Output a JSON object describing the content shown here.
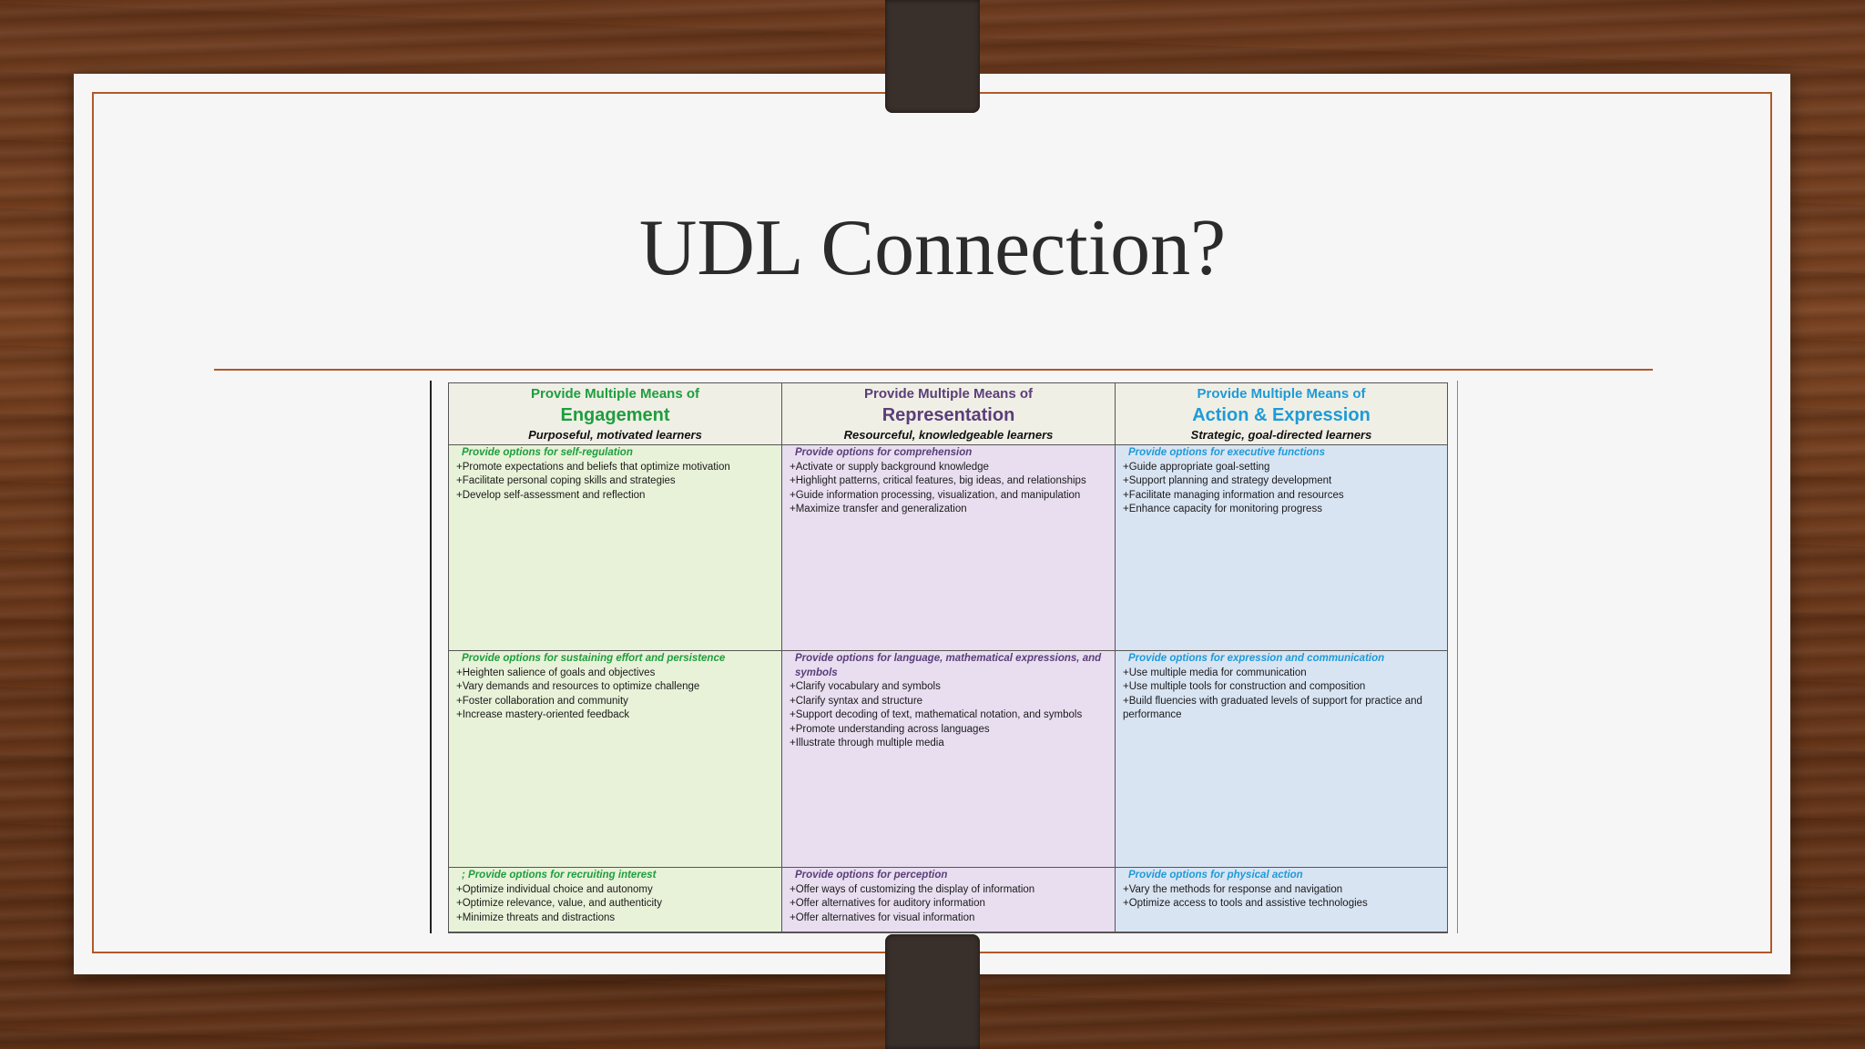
{
  "slide": {
    "title": "UDL Connection?"
  },
  "udl_table": {
    "columns": [
      {
        "pre": "Provide Multiple Means of",
        "main": "Engagement",
        "sub": "Purposeful, motivated learners"
      },
      {
        "pre": "Provide Multiple Means of",
        "main": "Representation",
        "sub": "Resourceful, knowledgeable learners"
      },
      {
        "pre": "Provide Multiple Means of",
        "main": "Action & Expression",
        "sub": "Strategic, goal-directed learners"
      }
    ],
    "rows": [
      [
        {
          "heading": "Provide options for self-regulation",
          "items": [
            "+Promote expectations and beliefs that optimize motivation",
            "+Facilitate personal coping skills and strategies",
            "+Develop self-assessment and reflection"
          ]
        },
        {
          "heading": "Provide options for comprehension",
          "items": [
            "+Activate or supply background knowledge",
            "+Highlight patterns, critical features, big ideas, and relationships",
            "+Guide information processing, visualization, and manipulation",
            "+Maximize transfer and generalization"
          ]
        },
        {
          "heading": "Provide options for executive functions",
          "items": [
            "+Guide appropriate goal-setting",
            "+Support planning and strategy development",
            "+Facilitate managing information and resources",
            "+Enhance capacity for monitoring progress"
          ]
        }
      ],
      [
        {
          "heading": "Provide options for sustaining effort and persistence",
          "items": [
            "+Heighten salience of goals and objectives",
            "+Vary demands and resources to optimize challenge",
            "+Foster collaboration and community",
            "+Increase mastery-oriented feedback"
          ]
        },
        {
          "heading": "Provide options for language, mathematical expressions, and symbols",
          "items": [
            "+Clarify vocabulary and symbols",
            "+Clarify syntax and structure",
            "+Support decoding of text, mathematical notation, and symbols",
            "+Promote understanding across languages",
            "+Illustrate through multiple media"
          ]
        },
        {
          "heading": "Provide options for expression and communication",
          "items": [
            "+Use multiple media for communication",
            "+Use multiple tools for construction and composition",
            "+Build fluencies with graduated levels of support for practice and performance"
          ]
        }
      ],
      [
        {
          "heading": "; Provide options for recruiting interest",
          "items": [
            "+Optimize individual choice and autonomy",
            "+Optimize relevance, value, and authenticity",
            "+Minimize threats and distractions"
          ]
        },
        {
          "heading": "Provide options for perception",
          "items": [
            "+Offer ways of customizing the display of information",
            "+Offer alternatives for auditory information",
            "+Offer alternatives for visual information"
          ]
        },
        {
          "heading": "Provide options for physical action",
          "items": [
            "+Vary the methods for response and navigation",
            "+Optimize access to tools and assistive technologies"
          ]
        }
      ]
    ]
  }
}
